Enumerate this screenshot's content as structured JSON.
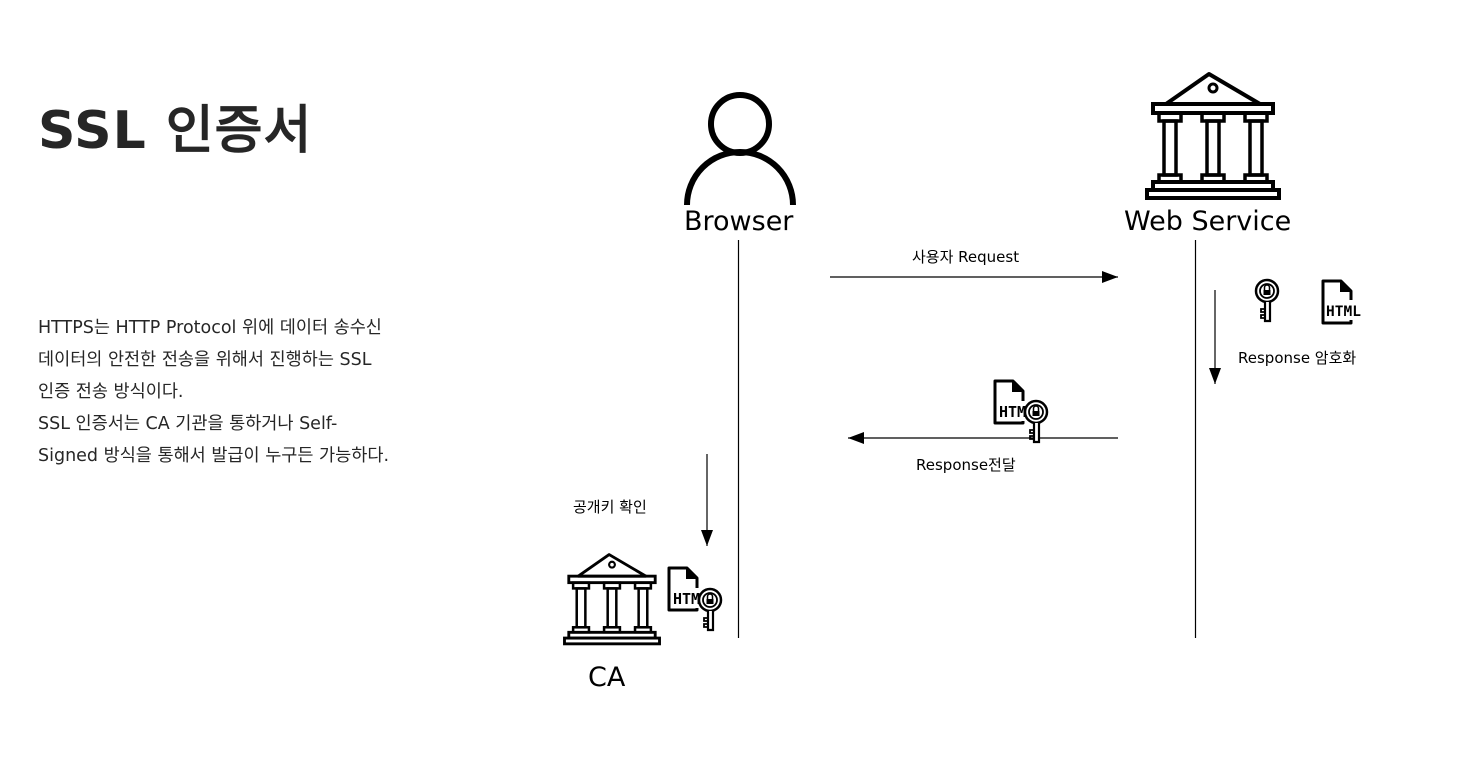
{
  "slide": {
    "title": "SSL 인증서",
    "description_lines": [
      "HTTPS는 HTTP Protocol 위에 데이터 송수신",
      "데이터의 안전한 전송을 위해서 진행하는 SSL",
      "인증 전송 방식이다.",
      "SSL 인증서는 CA 기관을 통하거나 Self-",
      "Signed 방식을 통해서 발급이 누구든 가능하다."
    ]
  },
  "diagram": {
    "actors": {
      "browser": {
        "label": "Browser",
        "icon": "user-icon"
      },
      "web_service": {
        "label": "Web Service",
        "icon": "building-icon"
      },
      "ca": {
        "label": "CA",
        "icon": "building-icon"
      }
    },
    "messages": {
      "request": {
        "label": "사용자 Request",
        "direction": "browser-to-web-service"
      },
      "encrypt": {
        "label": "Response 암호화",
        "direction": "down"
      },
      "deliver": {
        "label": "Response전달",
        "direction": "web-service-to-browser"
      },
      "verify": {
        "label": "공개키 확인",
        "direction": "down"
      }
    },
    "icon_labels": {
      "html": "HTML"
    },
    "colors": {
      "line": "#000000",
      "title_text": "#262626"
    }
  }
}
